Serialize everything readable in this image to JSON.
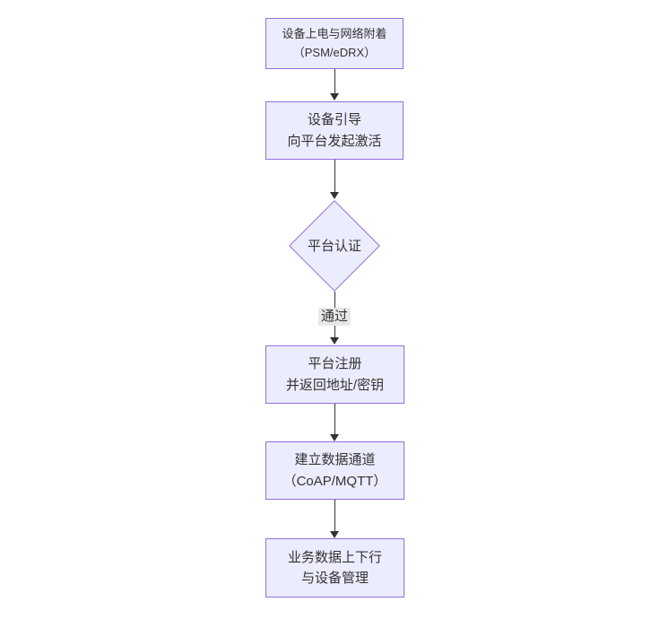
{
  "diagram": {
    "type": "flowchart",
    "direction": "top-down",
    "nodes": [
      {
        "id": "power-on",
        "shape": "rect",
        "line1": "设备上电与网络附着",
        "line2": "（PSM/eDRX）"
      },
      {
        "id": "bootstrap",
        "shape": "rect",
        "line1": "设备引导",
        "line2": "向平台发起激活"
      },
      {
        "id": "auth",
        "shape": "diamond",
        "line1": "平台认证"
      },
      {
        "id": "register",
        "shape": "rect",
        "line1": "平台注册",
        "line2": "并返回地址/密钥"
      },
      {
        "id": "channel",
        "shape": "rect",
        "line1": "建立数据通道",
        "line2": "（CoAP/MQTT）"
      },
      {
        "id": "business",
        "shape": "rect",
        "line1": "业务数据上下行",
        "line2": "与设备管理"
      }
    ],
    "edges": [
      {
        "from": "power-on",
        "to": "bootstrap",
        "label": ""
      },
      {
        "from": "bootstrap",
        "to": "auth",
        "label": ""
      },
      {
        "from": "auth",
        "to": "register",
        "label": "通过"
      },
      {
        "from": "register",
        "to": "channel",
        "label": ""
      },
      {
        "from": "channel",
        "to": "business",
        "label": ""
      }
    ],
    "edge_label": "通过",
    "colors": {
      "node_fill": "#ECECFF",
      "node_border": "#9370DB",
      "arrow": "#333333",
      "text": "#333333",
      "edge_label_bg": "#e8e8e8",
      "background": "#ffffff"
    }
  }
}
